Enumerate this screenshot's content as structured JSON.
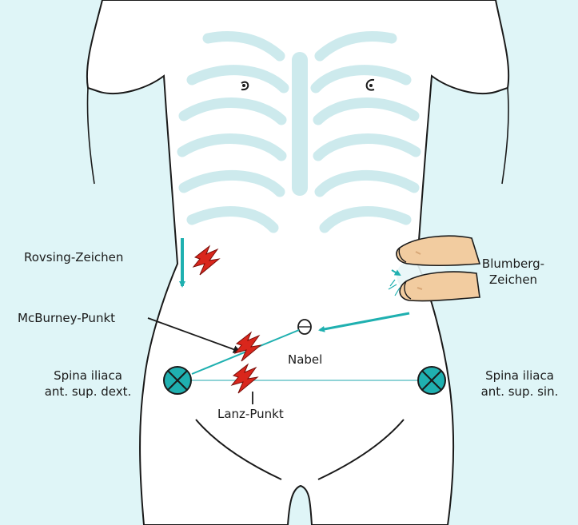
{
  "labels": {
    "rovsing": "Rovsing-Zeichen",
    "blumberg_line1": "Blumberg-",
    "blumberg_line2": "Zeichen",
    "mcburney": "McBurney-Punkt",
    "nabel": "Nabel",
    "spina_dext_line1": "Spina iliaca",
    "spina_dext_line2": "ant. sup. dext.",
    "spina_sin_line1": "Spina iliaca",
    "spina_sin_line2": "ant. sup. sin.",
    "lanz": "Lanz-Punkt"
  },
  "colors": {
    "background": "#dff5f7",
    "body_fill": "#ffffff",
    "outline": "#1a1a1a",
    "rib": "#cdeaed",
    "teal": "#1fb0b0",
    "pain_red": "#d9261c",
    "finger": "#f2cca0"
  },
  "icons": [
    "pain-lightning-icon",
    "crossed-circle-icon",
    "arrow-icon",
    "hand-icon",
    "navel-icon"
  ]
}
